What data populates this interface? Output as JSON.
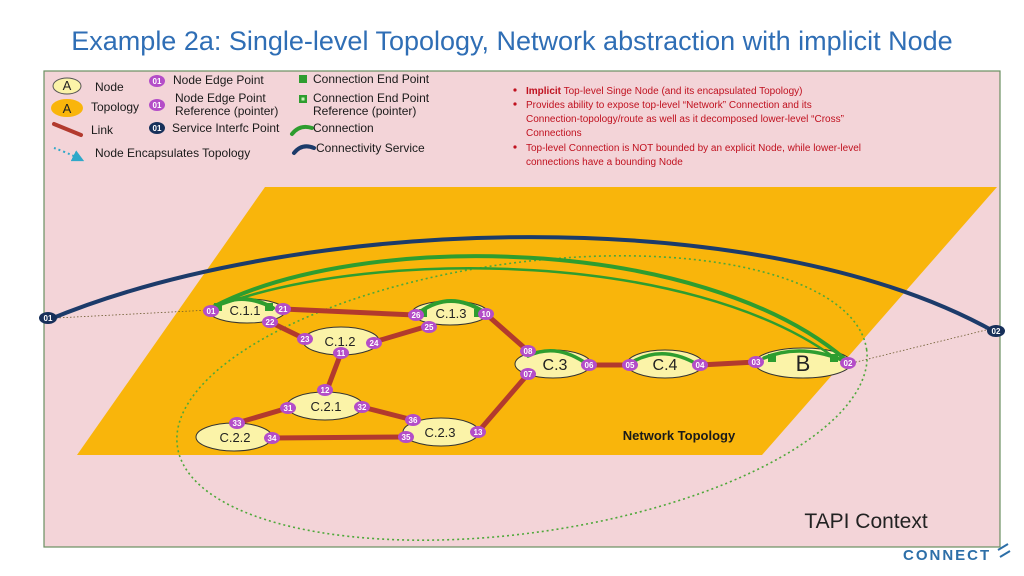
{
  "title": "Example 2a: Single-level Topology, Network abstraction with implicit Node",
  "legend": {
    "node_key": "A",
    "node": "Node",
    "topology_key": "A",
    "topology": "Topology",
    "link": "Link",
    "encapsulates": "Node Encapsulates Topology",
    "nep_key": "01",
    "nep": "Node Edge Point",
    "nep_ref_key": "01",
    "nep_ref_1": "Node Edge Point",
    "nep_ref_2": "Reference (pointer)",
    "sip_key": "01",
    "sip": "Service Interfc Point",
    "cep": "Connection End Point",
    "cep_ref_1": "Connection End Point",
    "cep_ref_2": "Reference (pointer)",
    "connection": "Connection",
    "connectivity_service": "Connectivity Service"
  },
  "notes": [
    {
      "bold": "Implicit",
      "lines": [
        " Top-level Singe Node (and its encapsulated Topology)"
      ]
    },
    {
      "bold": "",
      "lines": [
        "Provides ability to expose top-level “Network” Connection and its",
        "Connection-topology/route as well as it decomposed lower-level “Cross”",
        "Connections"
      ]
    },
    {
      "bold": "",
      "lines": [
        "Top-level Connection is NOT bounded by an explicit Node, while lower-level",
        "connections have a bounding Node"
      ]
    }
  ],
  "nodes": {
    "c11": "C.1.1",
    "c12": "C.1.2",
    "c13": "C.1.3",
    "c21": "C.2.1",
    "c22": "C.2.2",
    "c23": "C.2.3",
    "c3": "C.3",
    "c4": "C.4",
    "b": "B"
  },
  "neps": {
    "n01": "01",
    "n21": "21",
    "n22": "22",
    "n23": "23",
    "n11": "11",
    "n24": "24",
    "n26": "26",
    "n25": "25",
    "n10": "10",
    "n12": "12",
    "n31": "31",
    "n32": "32",
    "n33": "33",
    "n34": "34",
    "n35": "35",
    "n36": "36",
    "n13": "13",
    "n08": "08",
    "n07": "07",
    "n06": "06",
    "n05": "05",
    "n04": "04",
    "n03": "03",
    "n02": "02"
  },
  "sips": {
    "left": "01",
    "right": "02"
  },
  "network_topology": "Network Topology",
  "context": "TAPI Context",
  "logo": "CONNECT",
  "colors": {
    "title": "#2f6eb5",
    "context_bg": "#f3d4d8",
    "topology": "#f9b50b",
    "node": "#fbf3a8",
    "link": "#b23a2e",
    "nep": "#b44dc8",
    "sip": "#17305a",
    "connection": "#2e9d2f",
    "service": "#1c3b6a",
    "encapsulates": "#2fa8c9",
    "notes": "#c0111f"
  }
}
